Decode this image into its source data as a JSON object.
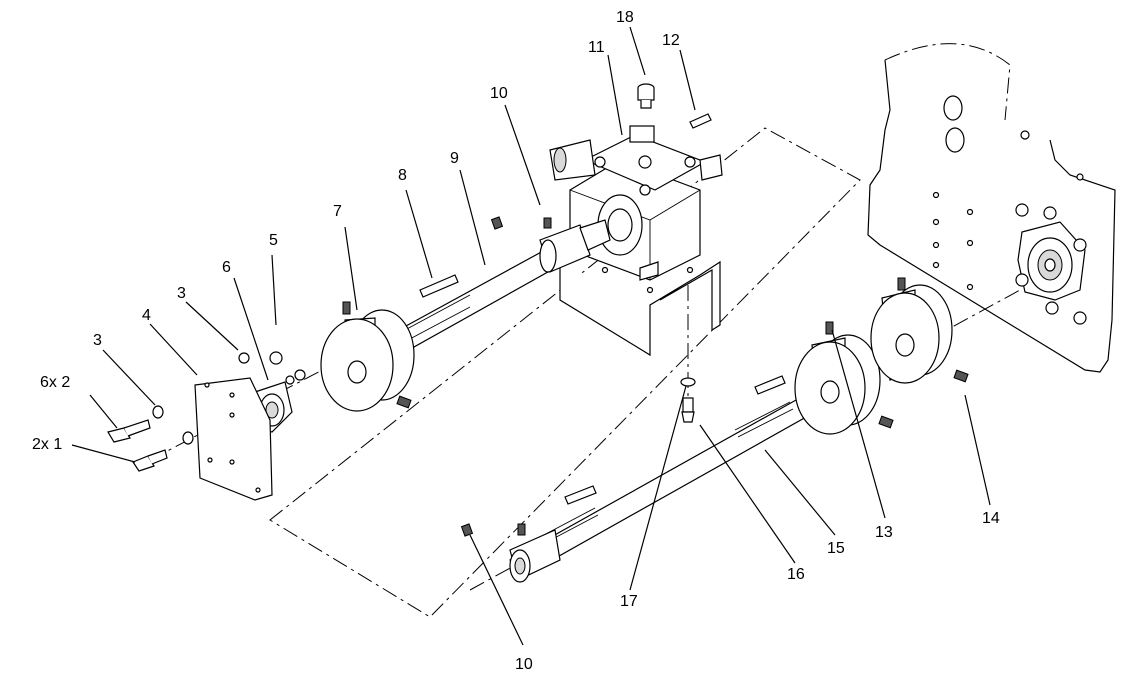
{
  "callouts": [
    {
      "id": "c18",
      "text": "18"
    },
    {
      "id": "c12",
      "text": "12"
    },
    {
      "id": "c11",
      "text": "11"
    },
    {
      "id": "c10a",
      "text": "10"
    },
    {
      "id": "c9",
      "text": "9"
    },
    {
      "id": "c8",
      "text": "8"
    },
    {
      "id": "c7",
      "text": "7"
    },
    {
      "id": "c5",
      "text": "5"
    },
    {
      "id": "c6",
      "text": "6"
    },
    {
      "id": "c3a",
      "text": "3"
    },
    {
      "id": "c4",
      "text": "4"
    },
    {
      "id": "c3b",
      "text": "3"
    },
    {
      "id": "c6x2",
      "text": "6x 2"
    },
    {
      "id": "c2x1",
      "text": "2x 1"
    },
    {
      "id": "c14",
      "text": "14"
    },
    {
      "id": "c13",
      "text": "13"
    },
    {
      "id": "c15",
      "text": "15"
    },
    {
      "id": "c16",
      "text": "16"
    },
    {
      "id": "c17",
      "text": "17"
    },
    {
      "id": "c10b",
      "text": "10"
    }
  ]
}
